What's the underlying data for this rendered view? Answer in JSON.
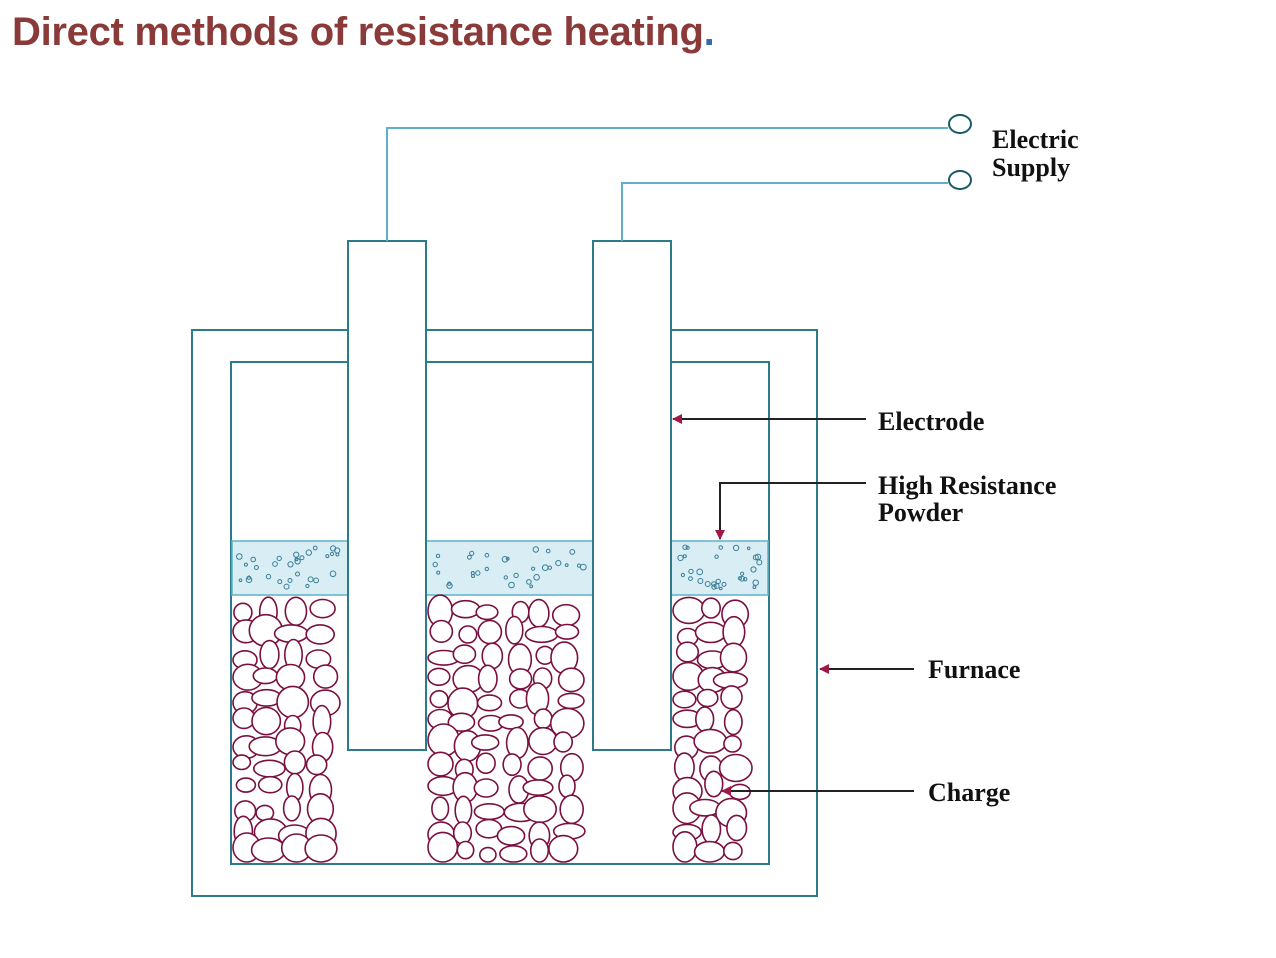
{
  "title": {
    "text": "Direct methods of resistance heating",
    "suffix": "."
  },
  "labels": {
    "supply_line1": "Electric",
    "supply_line2": "Supply",
    "electrode": "Electrode",
    "powder_line1": "High Resistance",
    "powder_line2": "Powder",
    "furnace": "Furnace",
    "charge": "Charge"
  },
  "colors": {
    "title": "#8b3a3a",
    "outline": "#2a7c8c",
    "wire": "#5fb0c8",
    "arrow": "#a0184a",
    "pebble": "#7a1040",
    "powder_fill": "#d9eef4"
  }
}
